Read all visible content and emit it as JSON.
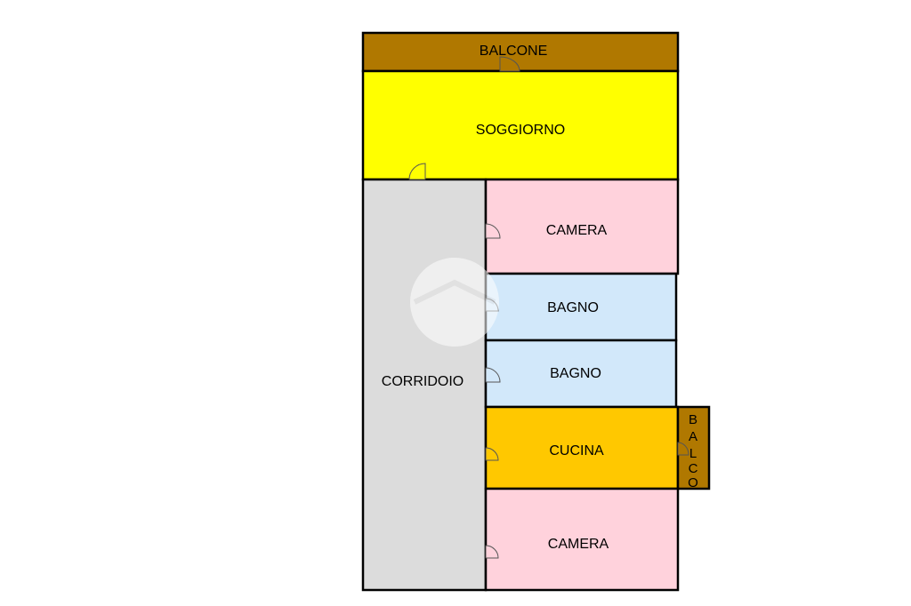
{
  "colors": {
    "balcony": "#b07800",
    "living": "#ffff00",
    "corridor": "#dcdcdc",
    "bedroom": "#ffd2dc",
    "bathroom": "#d2e8fa",
    "kitchen": "#ffc800",
    "wall": "#000000"
  },
  "rooms": {
    "balcone_top": "BALCONE",
    "soggiorno": "SOGGIORNO",
    "corridoio": "CORRIDOIO",
    "camera_1": "CAMERA",
    "bagno_1": "BAGNO",
    "bagno_2": "BAGNO",
    "cucina": "CUCINA",
    "camera_2": "CAMERA"
  },
  "side_balcony_letters": [
    "B",
    "A",
    "L",
    "C",
    "O"
  ]
}
